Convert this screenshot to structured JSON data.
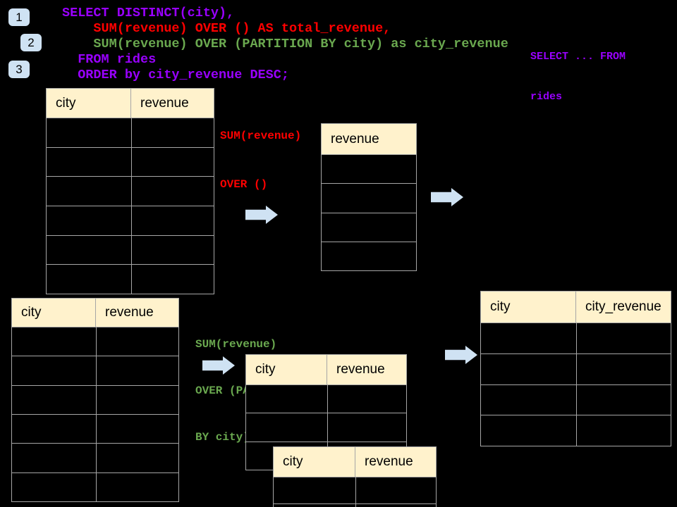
{
  "colors": {
    "background": "#000000",
    "code_purple": "#9900ff",
    "code_red": "#ff0000",
    "code_green": "#6aa84f",
    "table_header_bg": "#fff2cc",
    "table_border": "#a6a6a6",
    "arrow_fill": "#cfe2f3",
    "badge_bg": "#cfe2f3"
  },
  "badges": [
    {
      "label": "1"
    },
    {
      "label": "2"
    },
    {
      "label": "3"
    }
  ],
  "sql_code": {
    "lines": [
      {
        "text": "SELECT DISTINCT(city),",
        "color": "purple"
      },
      {
        "text": "    SUM(revenue) OVER () AS total_revenue,",
        "color": "red"
      },
      {
        "text": "    SUM(revenue) OVER (PARTITION BY city) as city_revenue",
        "color": "green"
      },
      {
        "text": "  FROM rides",
        "color": "purple"
      },
      {
        "text": "  ORDER by city_revenue DESC;",
        "color": "purple"
      }
    ]
  },
  "side_note": {
    "line1": "SELECT ... FROM",
    "line2": "rides"
  },
  "annotations": {
    "total_label": {
      "line1": "SUM(revenue)",
      "line2": "OVER ()"
    },
    "partition_label": {
      "line1": "SUM(revenue)",
      "line2": "OVER (PARTITION",
      "line3": "BY city)"
    }
  },
  "tables": {
    "source_top": {
      "columns": [
        "city",
        "revenue"
      ],
      "body_rows": 6
    },
    "revenue_only": {
      "columns": [
        "revenue"
      ],
      "body_rows": 4
    },
    "source_bottom": {
      "columns": [
        "city",
        "revenue"
      ],
      "body_rows": 6
    },
    "partition_mid": {
      "columns": [
        "city",
        "revenue"
      ],
      "body_rows": 3
    },
    "partition_overlay": {
      "columns": [
        "city",
        "revenue"
      ],
      "body_rows": 2
    },
    "result_right": {
      "columns": [
        "city",
        "city_revenue"
      ],
      "body_rows": 4
    }
  }
}
